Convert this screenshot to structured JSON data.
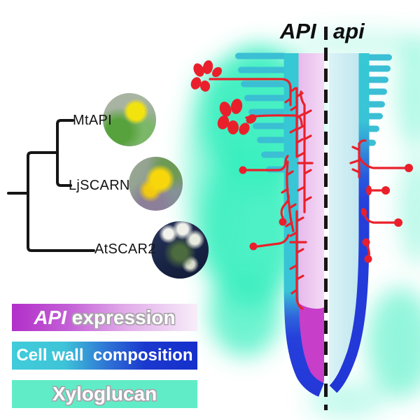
{
  "figure": {
    "description": "Comparison of wild-type API and mutant api legume root tips with phylogenetic tree of SCAR homologs",
    "header": {
      "left_genotype": "API",
      "right_genotype": "api"
    },
    "tree": {
      "species": [
        {
          "label": "MtAPI",
          "photo": "medicago-truncatula-yellow-flower"
        },
        {
          "label": "LjSCARN",
          "photo": "lotus-japonicus-yellow-flower"
        },
        {
          "label": "AtSCAR2",
          "photo": "arabidopsis-thaliana-white-flowers"
        }
      ]
    },
    "legend": {
      "items": [
        {
          "italic_label": "API",
          "label": " expression",
          "gradient_left": "#B22FC9",
          "gradient_right": "#F8F0FA"
        },
        {
          "italic_label": "",
          "label": "Cell wall  composition",
          "gradient_left": "#41CCDA",
          "gradient_right": "#1731CC"
        },
        {
          "italic_label": "",
          "label": "Xyloglucan",
          "gradient_left": "#60ECC7",
          "gradient_right": "#60ECC7"
        }
      ]
    },
    "diagram": {
      "left_root": "API wild-type root half: teal cell wall, pink API-expression interior, magenta tip, many red infection threads and rhizobia clusters, strong xyloglucan halo",
      "right_root": "api mutant root half: wall shifts teal to blue, pale cyan interior, few aborted red infections ending in dots, weak xyloglucan halo",
      "colors": {
        "teal_wall": "#36C8D4",
        "hair_teal": "#3BBFD4",
        "blue_wall": "#2438D8",
        "pink_interior": "#ECC6EF",
        "magenta_tip": "#C73EC9",
        "cyan_interior": "#CBECF2",
        "mint_glow": "#3CEFC0",
        "red": "#E9202B",
        "line_black": "#151515"
      }
    }
  }
}
